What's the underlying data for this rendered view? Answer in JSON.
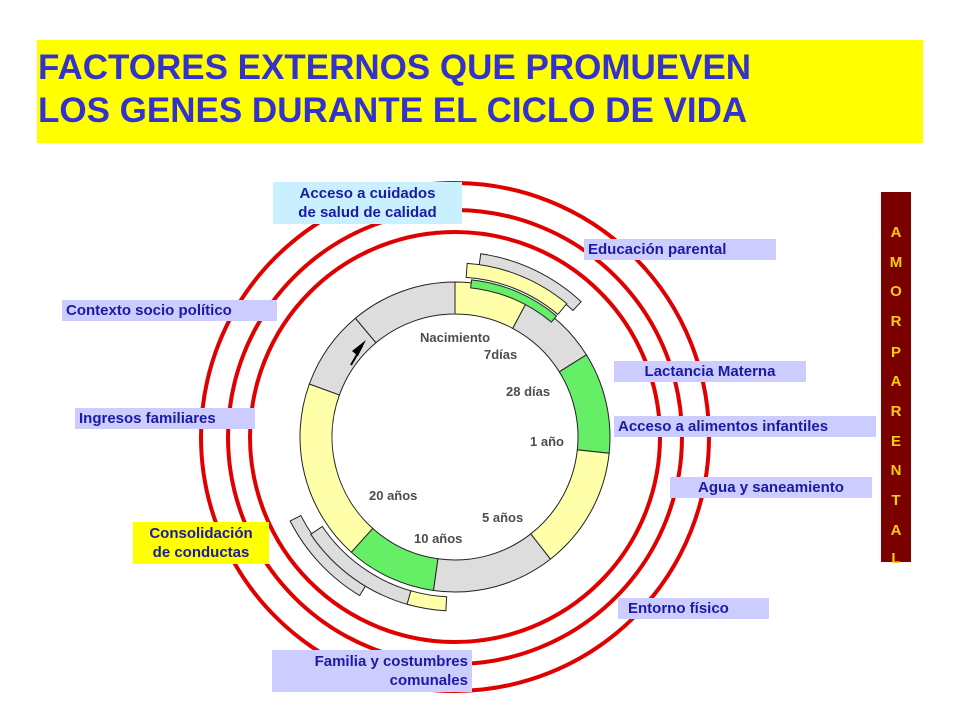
{
  "title": {
    "line1": "FACTORES EXTERNOS QUE PROMUEVEN",
    "line2": "LOS GENES DURANTE EL CICLO DE VIDA"
  },
  "labels": {
    "acceso_salud_1": "Acceso a cuidados",
    "acceso_salud_2": "de salud de calidad",
    "educacion": "Educación parental",
    "contexto": "Contexto socio político",
    "lactancia": "Lactancia Materna",
    "ingresos": "Ingresos familiares",
    "alimentos": "Acceso a alimentos infantiles",
    "agua": "Agua y saneamiento",
    "consolidacion_1": "Consolidación",
    "consolidacion_2": "de conductas",
    "entorno": "Entorno físico",
    "familia_1": "Familia y costumbres",
    "familia_2": "comunales"
  },
  "ring_labels": {
    "nacimiento": "Nacimiento",
    "dias7": "7días",
    "dias28": "28 días",
    "ano1": "1 año",
    "anos5": "5 años",
    "anos10": "10 años",
    "anos20": "20 años"
  },
  "side_banner": {
    "text": "AMOR PARENTAL",
    "letters": [
      "A",
      "M",
      "O",
      "R",
      "P",
      "A",
      "R",
      "E",
      "N",
      "T",
      "A",
      "L"
    ]
  },
  "colors": {
    "title_bg": "#ffff00",
    "title_text": "#3333cc",
    "red_rings": "#e00000",
    "green_segment": "#66ee66",
    "yellow_segment": "#ffffaa",
    "gray_segment": "#dddddd",
    "banner_bg": "#7a0000",
    "banner_text": "#ffcc00"
  }
}
